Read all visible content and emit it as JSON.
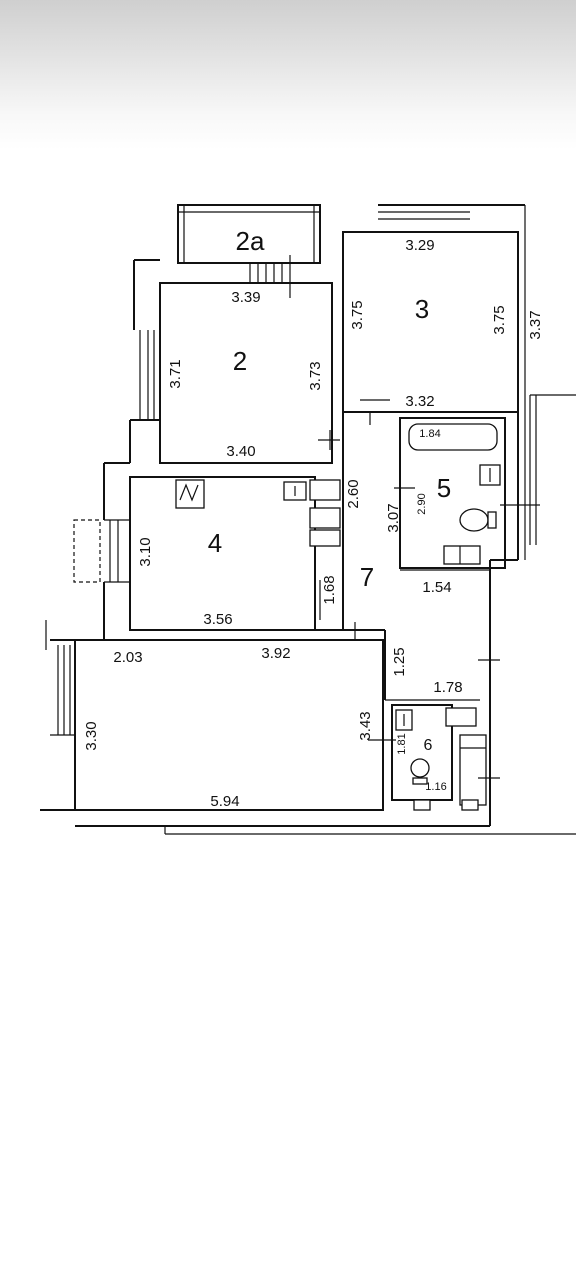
{
  "rooms": {
    "r2a": "2a",
    "r2": "2",
    "r3": "3",
    "r4": "4",
    "r5": "5",
    "r6": "6",
    "r7": "7"
  },
  "dims": {
    "r3_top": "3.29",
    "r2_top": "3.39",
    "r3_left": "3.75",
    "r3_right": "3.75",
    "r2_left": "3.71",
    "r2_right": "3.73",
    "r3_bottom": "3.32",
    "bath_tub": "1.84",
    "r2_bottom": "3.40",
    "hall_260": "2.60",
    "bath_290": "2.90",
    "bath_307": "3.07",
    "r4_left": "3.10",
    "hall_168": "1.68",
    "hall_154": "1.54",
    "r4_bottom": "3.56",
    "r1_203": "2.03",
    "r1_392": "3.92",
    "hall_125": "1.25",
    "hall_178": "1.78",
    "r1_left": "3.30",
    "r1_right": "3.43",
    "wc_181": "1.81",
    "wc_116": "1.16",
    "r1_bottom": "5.94",
    "cut_edge": "3.37"
  }
}
